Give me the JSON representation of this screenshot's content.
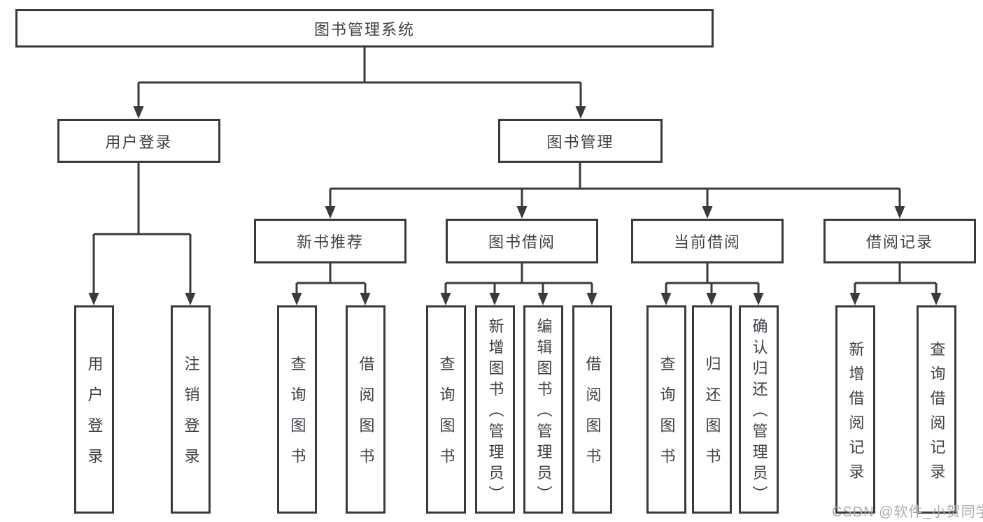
{
  "diagram": {
    "root": {
      "label": "图书管理系统"
    },
    "level1": {
      "user_login": {
        "label": "用户登录"
      },
      "book_management": {
        "label": "图书管理"
      }
    },
    "level2": {
      "new_book_recommend": {
        "label": "新书推荐"
      },
      "book_borrow": {
        "label": "图书借阅"
      },
      "current_borrow": {
        "label": "当前借阅"
      },
      "borrow_record": {
        "label": "借阅记录"
      }
    },
    "leaves": {
      "user_login": [
        "用户登录",
        "注销登录"
      ],
      "new_book_recommend": [
        "查询图书",
        "借阅图书"
      ],
      "book_borrow": [
        "查询图书",
        "新增图书（管理员）",
        "编辑图书（管理员）",
        "借阅图书"
      ],
      "current_borrow": [
        "查询图书",
        "归还图书",
        "确认归还（管理员）"
      ],
      "borrow_record": [
        "新增借阅记录",
        "查询借阅记录"
      ]
    },
    "watermark": "CSDN @软件_小贺同学",
    "colors": {
      "line": "#3a3a3a",
      "text": "#3d4146",
      "watermark": "#ababab",
      "background": "#ffffff"
    }
  }
}
